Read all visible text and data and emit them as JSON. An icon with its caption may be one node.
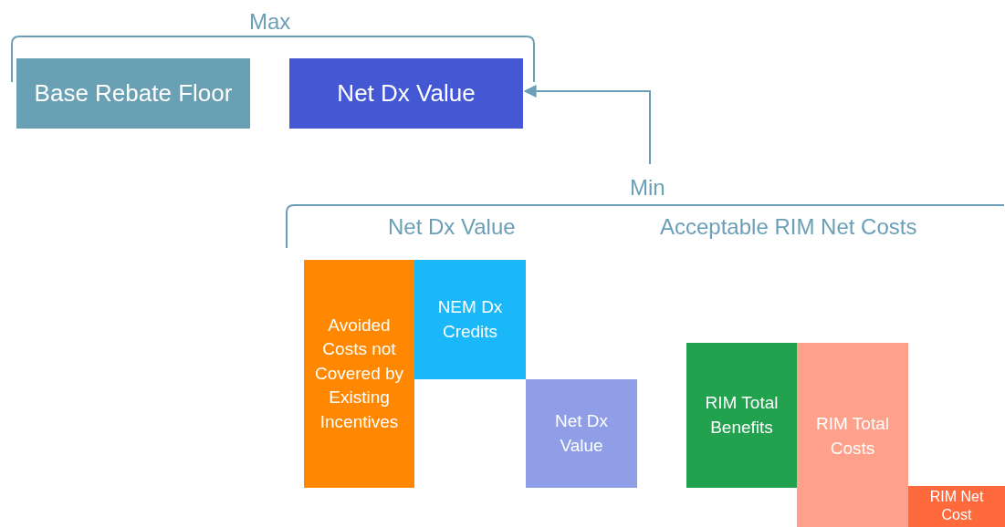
{
  "diagram": {
    "nodes": [
      {
        "text": [
          "Base Rebate Floor"
        ]
      },
      {
        "text": [
          "Net Dx Value"
        ]
      },
      {
        "text": [
          "Avoided Costs not Covered by Existing Incentives"
        ]
      },
      {
        "text": [
          "NEM Dx Credits"
        ]
      },
      {
        "text": [
          "Net Dx Value"
        ]
      },
      {
        "text": [
          "RIM Total Benefits"
        ]
      },
      {
        "text": [
          "RIM Total Costs"
        ]
      },
      {
        "text": [
          "RIM Net Cost"
        ]
      }
    ],
    "edges": [
      {
        "from": null,
        "to": 1,
        "arrow": "to"
      }
    ],
    "labels": [
      "Max",
      "Min",
      "Net Dx Value",
      "Acceptable RIM Net Costs"
    ]
  }
}
